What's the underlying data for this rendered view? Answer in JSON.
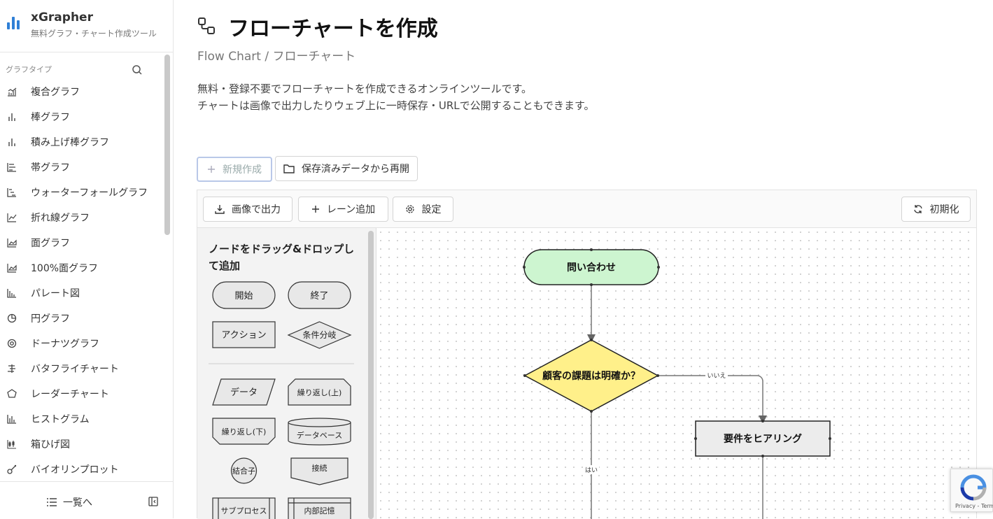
{
  "brand": {
    "name": "xGrapher",
    "tagline": "無料グラフ・チャート作成ツール"
  },
  "sidebar": {
    "section_label": "グラフタイプ",
    "items": [
      {
        "label": "複合グラフ",
        "icon": "combo-chart-icon"
      },
      {
        "label": "棒グラフ",
        "icon": "bar-chart-icon"
      },
      {
        "label": "積み上げ棒グラフ",
        "icon": "stacked-bar-icon"
      },
      {
        "label": "帯グラフ",
        "icon": "band-chart-icon"
      },
      {
        "label": "ウォーターフォールグラフ",
        "icon": "waterfall-icon"
      },
      {
        "label": "折れ線グラフ",
        "icon": "line-chart-icon"
      },
      {
        "label": "面グラフ",
        "icon": "area-chart-icon"
      },
      {
        "label": "100%面グラフ",
        "icon": "area100-chart-icon"
      },
      {
        "label": "パレート図",
        "icon": "pareto-icon"
      },
      {
        "label": "円グラフ",
        "icon": "pie-chart-icon"
      },
      {
        "label": "ドーナツグラフ",
        "icon": "donut-chart-icon"
      },
      {
        "label": "バタフライチャート",
        "icon": "butterfly-icon"
      },
      {
        "label": "レーダーチャート",
        "icon": "radar-icon"
      },
      {
        "label": "ヒストグラム",
        "icon": "histogram-icon"
      },
      {
        "label": "箱ひげ図",
        "icon": "boxplot-icon"
      },
      {
        "label": "バイオリンプロット",
        "icon": "violin-icon"
      }
    ],
    "footer_label": "一覧へ"
  },
  "page": {
    "title": "フローチャートを作成",
    "subtitle": "Flow Chart / フローチャート",
    "desc_line1": "無料・登録不要でフローチャートを作成できるオンラインツールです。",
    "desc_line2": "チャートは画像で出力したりウェブ上に一時保存・URLで公開することもできます。"
  },
  "actions": {
    "new_label": "新規作成",
    "resume_label": "保存済みデータから再開"
  },
  "toolbar": {
    "export_label": "画像で出力",
    "add_lane_label": "レーン追加",
    "settings_label": "設定",
    "reset_label": "初期化"
  },
  "palette": {
    "title": "ノードをドラッグ&ドロップして追加",
    "nodes": {
      "start": "開始",
      "end": "終了",
      "action": "アクション",
      "decision": "条件分岐",
      "data": "データ",
      "loop_top": "繰り返し(上)",
      "loop_bottom": "繰り返し(下)",
      "database": "データベース",
      "connector": "結合子",
      "offpage": "接続",
      "subprocess": "サブプロセス",
      "internal": "内部記憶"
    }
  },
  "flow": {
    "n1": "問い合わせ",
    "n2": "顧客の課題は明確か？",
    "n3": "要件をヒアリング",
    "edge_no": "いいえ",
    "edge_yes": "はい",
    "colors": {
      "terminal": "#cdf5d0",
      "decision": "#fff08a",
      "process": "#ececec"
    }
  },
  "recaptcha": {
    "text": "Privacy - Terms"
  }
}
